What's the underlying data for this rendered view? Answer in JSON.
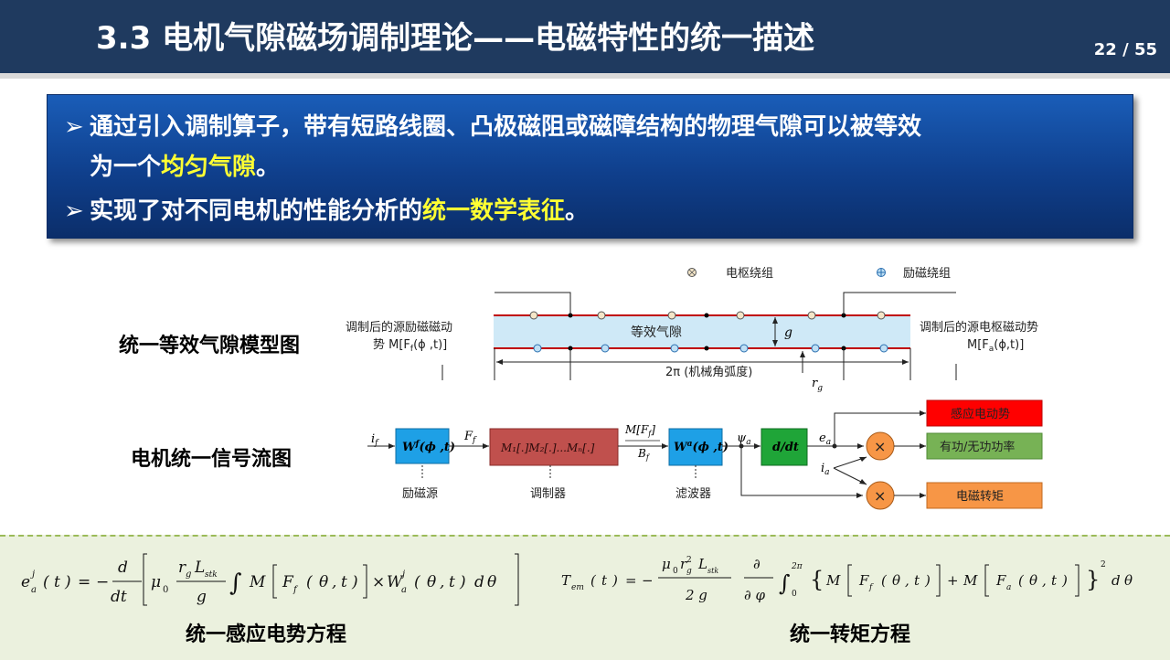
{
  "header": {
    "title": "3.3 电机气隙磁场调制理论——电磁特性的统一描述",
    "page": "22 / 55"
  },
  "callout": {
    "line1_a": "通过引入调制算子，带有短路线圈、凸极磁阻或磁障结构的物理气隙可以被等效",
    "line2_a": "为一个",
    "line2_hl": "均匀气隙",
    "line2_b": "。",
    "line3_a": "实现了对不同电机的性能分析的",
    "line3_hl": "统一数学表征",
    "line3_b": "。",
    "bullet": "➢"
  },
  "model": {
    "section_label": "统一等效气隙模型图",
    "legend_armature": "电枢绕组",
    "legend_excitation": "励磁绕组",
    "gap_label": "等效气隙",
    "g": "g",
    "left_label_1": "调制后的源励磁磁动",
    "left_label_2": "势 M[F",
    "left_label_2b": "f",
    "left_label_2c": "(ϕ ,t)]",
    "right_label_1": "调制后的源电枢磁动势",
    "right_label_2": "M[F",
    "right_label_2b": "a",
    "right_label_2c": "(ϕ,t)]",
    "angle_label": "2π (机械角弧度)",
    "rg": "r",
    "rg_sub": "g"
  },
  "signal": {
    "section_label": "电机统一信号流图",
    "if": "i",
    "if_sub": "f",
    "Ff": "F",
    "Ff_sub": "f",
    "wf_block": "W",
    "wf_sup": "f",
    "wf_args": "(ϕ ,t)",
    "mod_block": "M₁[.]M₂[.]...Mₙ[.]",
    "MFf": "M[F",
    "MFf_sub": "f",
    "MFf_end": "]",
    "Bf": "B",
    "Bf_sub": "f",
    "wa_block": "W",
    "wa_sup": "a",
    "wa_args": "(ϕ ,t)",
    "psi": "ψ",
    "psi_sub": "a",
    "ddt": "d/dt",
    "ea": "e",
    "ea_sub": "a",
    "ia": "i",
    "ia_sub": "a",
    "times": "×",
    "out1": "感应电动势",
    "out2": "有功/无功功率",
    "out3": "电磁转矩",
    "cap1": "励磁源",
    "cap2": "调制器",
    "cap3": "滤波器",
    "colors": {
      "blue": "#1ea0e6",
      "red_block": "#c0504d",
      "green": "#1fa538",
      "out_red": "#ff0000",
      "out_green": "#77b255",
      "out_orange": "#f79646"
    }
  },
  "formulas": {
    "emf_label": "统一感应电势方程",
    "torque_label": "统一转矩方程"
  }
}
